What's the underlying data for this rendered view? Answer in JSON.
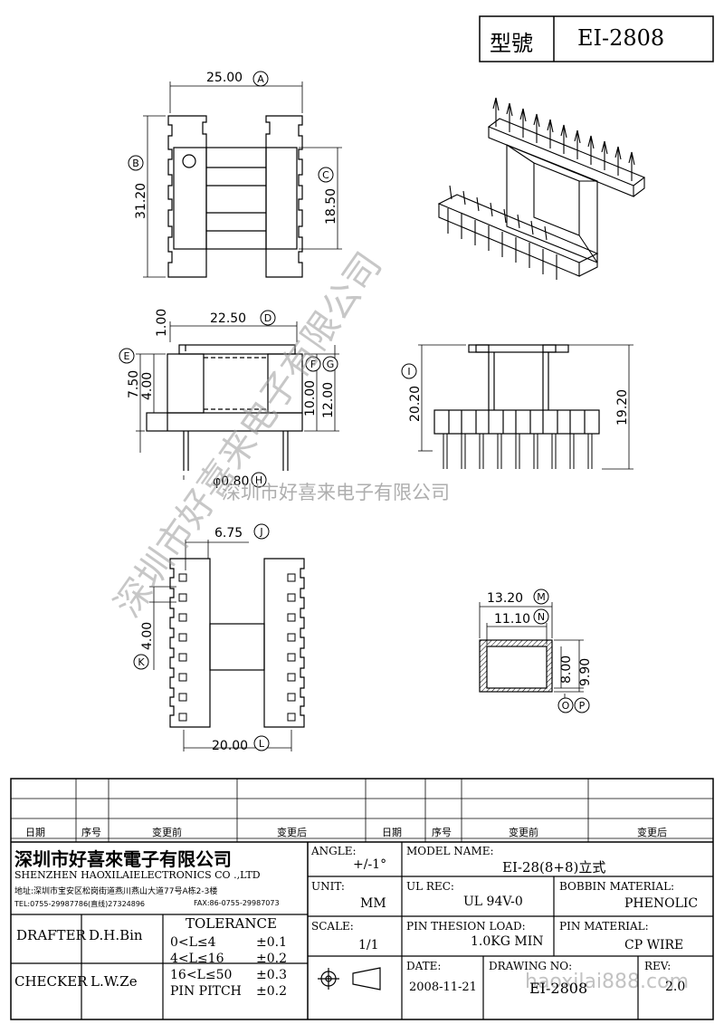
{
  "title_block": {
    "model_label": "型號",
    "model_value": "EI-2808"
  },
  "dims": {
    "A": "25.00",
    "B": "31.20",
    "C": "18.50",
    "D": "22.50",
    "E": "7.50",
    "F": "10.00",
    "G": "12.00",
    "H": "φ0.80",
    "I": "20.20",
    "J": "6.75",
    "K": "4.00",
    "L": "20.00",
    "M": "13.20",
    "N": "11.10",
    "O": "8.00",
    "P": "9.90",
    "d100": "1.00",
    "d400": "4.00",
    "d1920": "19.20"
  },
  "markers": [
    "A",
    "B",
    "C",
    "D",
    "E",
    "F",
    "G",
    "H",
    "I",
    "J",
    "K",
    "L",
    "M",
    "N",
    "O",
    "P"
  ],
  "watermark": {
    "vertical": "深圳市好喜来电子有限公司",
    "horizontal": "深圳市好喜来电子有限公司",
    "url": "haoxilai888.com"
  },
  "revision_table": {
    "headers": [
      "日期",
      "序号",
      "变更前",
      "变更后",
      "日期",
      "序号",
      "变更前",
      "变更后"
    ]
  },
  "company": {
    "name_cn": "深圳市好喜來電子有限公司",
    "name_en": "SHENZHEN HAOXILAIELECTRONICS CO .,LTD",
    "address": "地址:深圳市宝安区松岗街道燕川燕山大道77号A栋2-3楼",
    "tel": "TEL:0755-29987786(直线)27324896",
    "fax": "FAX:86-0755-29987073"
  },
  "fields": {
    "angle_label": "ANGLE:",
    "angle_value": "+/-1°",
    "model_name_label": "MODEL NAME:",
    "model_name_value": "EI-28(8+8)立式",
    "unit_label": "UNIT:",
    "unit_value": "MM",
    "ul_rec_label": "UL REC:",
    "ul_rec_value": "UL 94V-0",
    "bobbin_label": "BOBBIN MATERIAL:",
    "bobbin_value": "PHENOLIC",
    "scale_label": "SCALE:",
    "scale_value": "1/1",
    "pin_load_label": "PIN THESION LOAD:",
    "pin_load_value": "1.0KG MIN",
    "pin_material_label": "PIN MATERIAL:",
    "pin_material_value": "CP  WIRE",
    "date_label": "DATE:",
    "date_value": "2008-11-21",
    "drawing_no_label": "DRAWING NO:",
    "drawing_no_value": "EI-2808",
    "rev_label": "REV:",
    "rev_value": "2.0"
  },
  "people": {
    "drafter_label": "DRAFTER",
    "drafter_value": "D.H.Bin",
    "checker_label": "CHECKER",
    "checker_value": "L.W.Ze"
  },
  "tolerance": {
    "title": "TOLERANCE",
    "rows": [
      {
        "range": "0<L≤4",
        "value": "±0.1"
      },
      {
        "range": "4<L≤16",
        "value": "±0.2"
      },
      {
        "range": "16<L≤50",
        "value": "±0.3"
      },
      {
        "range": "PIN PITCH",
        "value": "±0.2"
      }
    ]
  }
}
